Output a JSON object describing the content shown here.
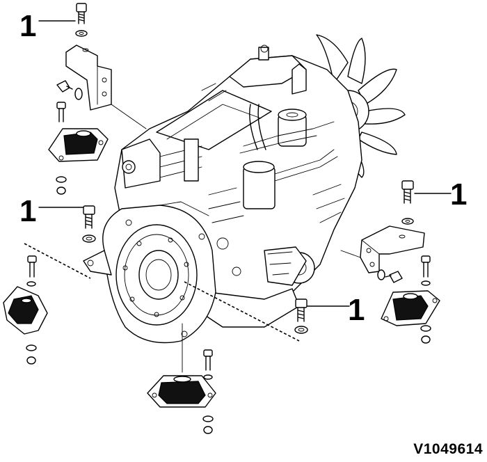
{
  "callouts": {
    "top_left": "1",
    "mid_left": "1",
    "right": "1",
    "center_bottom": "1"
  },
  "figure_id": "V1049614"
}
